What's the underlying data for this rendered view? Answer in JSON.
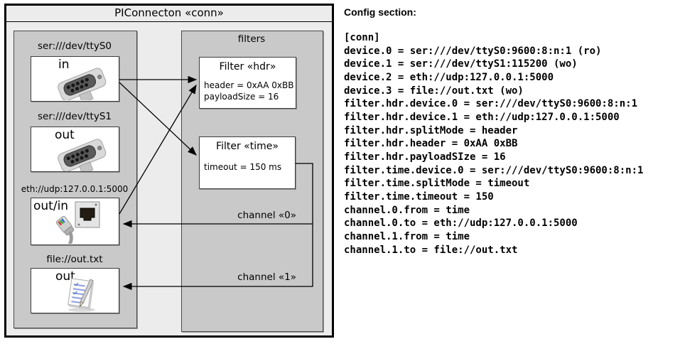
{
  "diagram": {
    "title": "PIConnecton «conn»",
    "devices": [
      {
        "url": "ser:///dev/ttyS0",
        "port": "in",
        "icon": "serial-connector-photo"
      },
      {
        "url": "ser:///dev/ttyS1",
        "port": "out",
        "icon": "serial-connector-photo"
      },
      {
        "url": "eth://udp:127.0.0.1:5000",
        "port": "out/in",
        "icon": "ethernet-connector-photo"
      },
      {
        "url": "file://out.txt",
        "port": "out",
        "icon": "notepad-document-icon"
      }
    ],
    "filters_label": "filters",
    "filters": [
      {
        "title": "Filter «hdr»",
        "attrs": [
          "header = 0xAA 0xBB",
          "payloadSize = 16"
        ]
      },
      {
        "title": "Filter «time»",
        "attrs": [
          "timeout = 150 ms"
        ]
      }
    ],
    "channels": [
      {
        "label": "channel «0»"
      },
      {
        "label": "channel «1»"
      }
    ]
  },
  "config": {
    "heading": "Config section:",
    "lines": [
      "[conn]",
      "device.0 = ser:///dev/ttyS0:9600:8:n:1 (ro)",
      "device.1 = ser:///dev/ttyS1:115200 (wo)",
      "device.2 = eth://udp:127.0.0.1:5000",
      "device.3 = file://out.txt (wo)",
      "filter.hdr.device.0 = ser:///dev/ttyS0:9600:8:n:1",
      "filter.hdr.device.1 = eth://udp:127.0.0.1:5000",
      "filter.hdr.splitMode = header",
      "filter.hdr.header = 0xAA 0xBB",
      "filter.hdr.payloadSIze = 16",
      "filter.time.device.0 = ser:///dev/ttyS0:9600:8:n:1",
      "filter.time.splitMode = timeout",
      "filter.time.timeout = 150",
      "channel.0.from = time",
      "channel.0.to = eth://udp:127.0.0.1:5000",
      "channel.1.from = time",
      "channel.1.to = file://out.txt"
    ]
  },
  "colors": {
    "outer_fill": "#ececec",
    "group_fill": "#c9c9c9",
    "node_fill": "#ffffff",
    "line": "#000000"
  }
}
